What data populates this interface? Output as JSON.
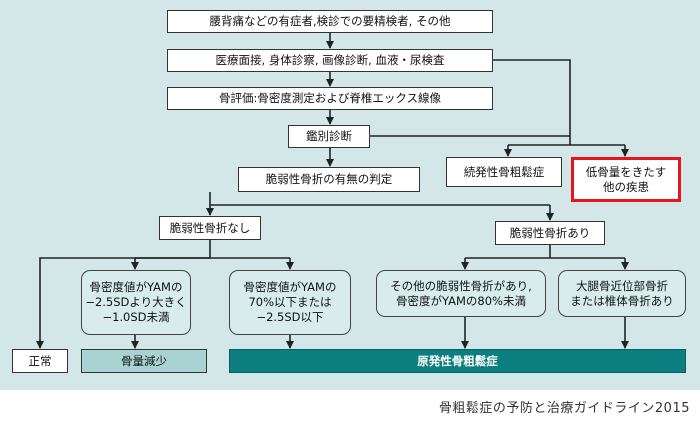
{
  "diagram": {
    "title": "",
    "boxes": {
      "patients": "腰背痛などの有症者,検診での要精検者, その他",
      "exam": "医療面接, 身体診察, 画像診断, 血液・尿検査",
      "bone_eval": "骨評価:骨密度測定および脊椎エックス線像",
      "differential": "鑑別診断",
      "fragility_fracture": "脆弱性骨折の有無の判定",
      "secondary": "続発性骨粗鬆症",
      "other_disease": "低骨量をきたす\n他の疾患",
      "no_fracture": "脆弱性骨折なし",
      "with_fracture": "脆弱性骨折あり",
      "bmd_high": "骨密度値がYAMの\n−2.5SDより大きく\n−1.0SD未満",
      "bmd_low": "骨密度値がYAMの\n70%以下または\n−2.5SD以下",
      "other_fracture": "その他の脆弱性骨折があり,\n骨密度がYAMの80%未満",
      "femur_vertebra": "大腿骨近位部骨折\nまたは椎体骨折あり",
      "normal": "正常",
      "osteopenia": "骨量減少",
      "primary": "原発性骨粗鬆症"
    },
    "highlight_color": "#e8141c",
    "accent_color": "#0d7f80",
    "source": "骨粗鬆症の予防と治療ガイドライン2015"
  }
}
